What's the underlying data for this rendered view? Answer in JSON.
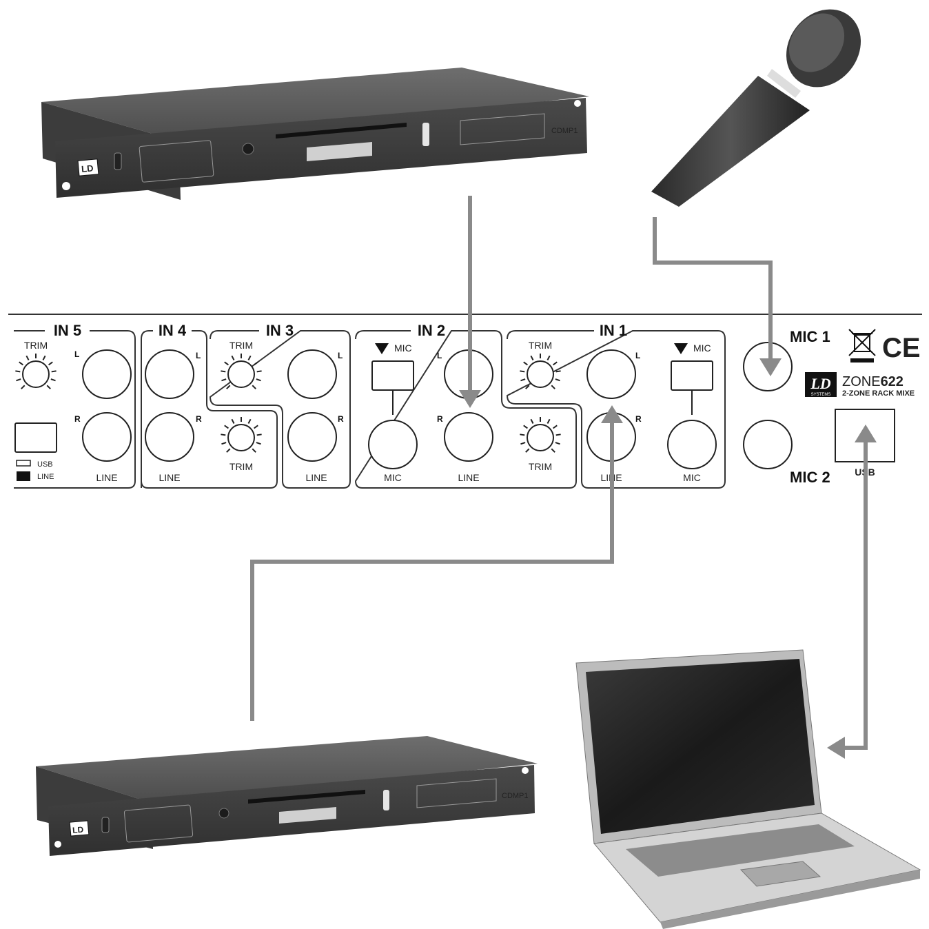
{
  "panel": {
    "groups": [
      {
        "id": "in5",
        "label": "IN 5"
      },
      {
        "id": "in4",
        "label": "IN 4"
      },
      {
        "id": "in3",
        "label": "IN 3"
      },
      {
        "id": "in2",
        "label": "IN 2"
      },
      {
        "id": "in1",
        "label": "IN 1"
      }
    ],
    "trim": "TRIM",
    "line": "LINE",
    "mic": "MIC",
    "left": "L",
    "right": "R",
    "mic_switch": "MIC",
    "usb_opt": "USB",
    "line_opt": "LINE",
    "mic1": "MIC 1",
    "mic2": "MIC 2",
    "usb": "USB",
    "brand": {
      "logo": "LD",
      "logo_sub": "SYSTEMS",
      "model_prefix": "ZONE",
      "model_number": "622",
      "subtitle": "2-ZONE RACK MIXE",
      "ce": "CE"
    }
  },
  "devices": {
    "top_player": {
      "logo": "LD",
      "model": "CDMP1"
    },
    "bottom_player": {
      "logo": "LD",
      "model": "CDMP1"
    }
  },
  "colors": {
    "wire": "#8a8a8a",
    "line": "#333333",
    "device": "#4a4a4a"
  }
}
